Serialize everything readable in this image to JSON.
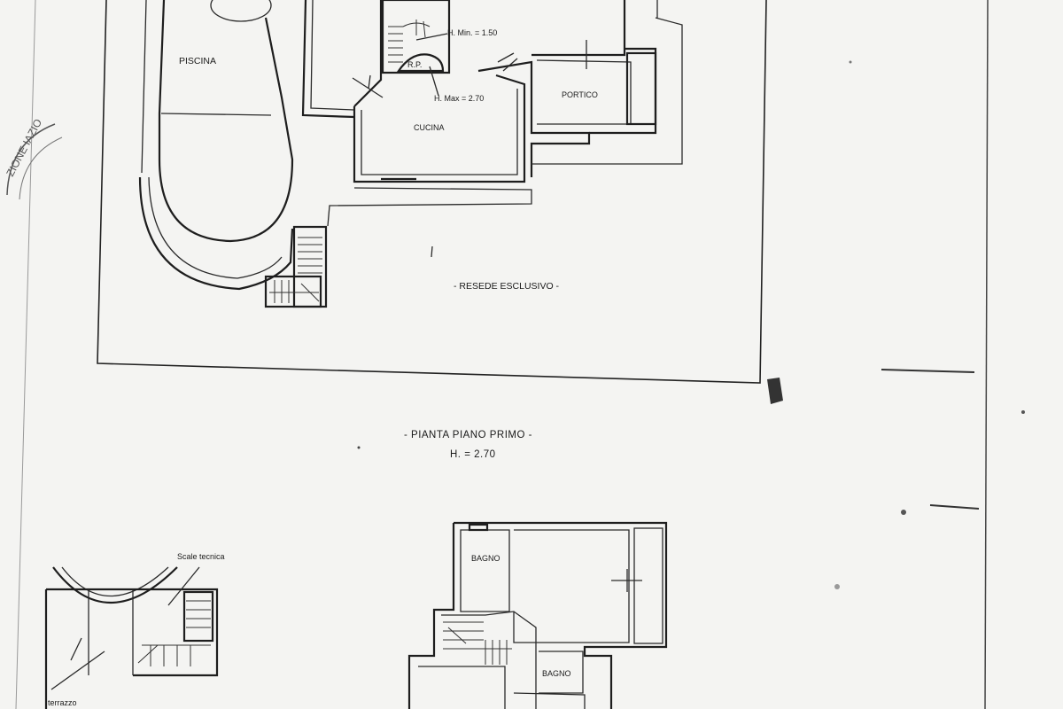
{
  "colors": {
    "paper": "#f4f4f2",
    "ink": "#1e1e1e",
    "stamp": "#555555"
  },
  "ground_floor": {
    "rooms": {
      "pool": "PISCINA",
      "kitchen": "CUCINA",
      "porch": "PORTICO",
      "storage": "R.P.",
      "garden": "- RESEDE ESCLUSIVO -"
    },
    "height_notes": {
      "h_min": "H. Min. = 1.50",
      "h_max": "H. Max = 2.70"
    },
    "stamp_text": "ZIONE IAZIO"
  },
  "first_floor": {
    "title": "- PIANTA PIANO PRIMO -",
    "height": "H. = 2.70",
    "rooms": {
      "bath1": "BAGNO",
      "bath2": "BAGNO",
      "tech_stair": "Scale tecnica",
      "terrace": "terrazzo"
    }
  }
}
